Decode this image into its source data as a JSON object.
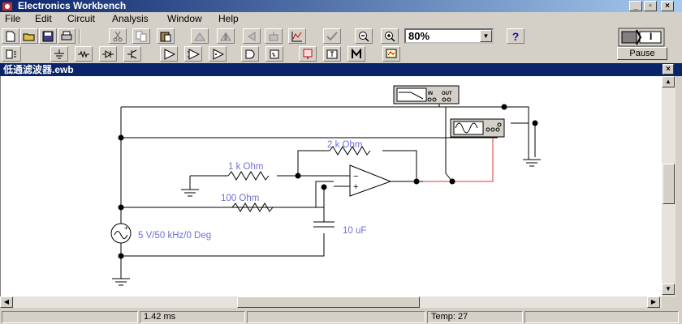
{
  "window": {
    "title": "Electronics Workbench",
    "icon": "workbench-icon",
    "controls": [
      "minimize",
      "maximize",
      "close"
    ]
  },
  "menu": [
    {
      "label": "File",
      "key": "F"
    },
    {
      "label": "Edit",
      "key": "E"
    },
    {
      "label": "Circuit",
      "key": "C"
    },
    {
      "label": "Analysis",
      "key": "A"
    },
    {
      "label": "Window",
      "key": "W"
    },
    {
      "label": "Help",
      "key": "H"
    }
  ],
  "toolbar": {
    "zoom": "80%",
    "help_label": "?",
    "pause_label": "Pause",
    "power_label": "I"
  },
  "document": {
    "title": "低通滤波器.ewb",
    "close_label": "×"
  },
  "circuit": {
    "labels": {
      "r_feedback": "2 k Ohm",
      "r_input": "1 k Ohm",
      "r_series": "100  Ohm",
      "capacitor": "10 uF",
      "source": "5 V/50 kHz/0 Deg",
      "opamp_minus": "−",
      "opamp_plus": "+",
      "bode_in": "IN",
      "bode_out": "OUT"
    },
    "colors": {
      "wire": "#000000",
      "probe_wire": "#e03030",
      "label": "#6f6fd8"
    }
  },
  "status": {
    "time": "1.42 ms",
    "temp": "Temp:  27"
  }
}
